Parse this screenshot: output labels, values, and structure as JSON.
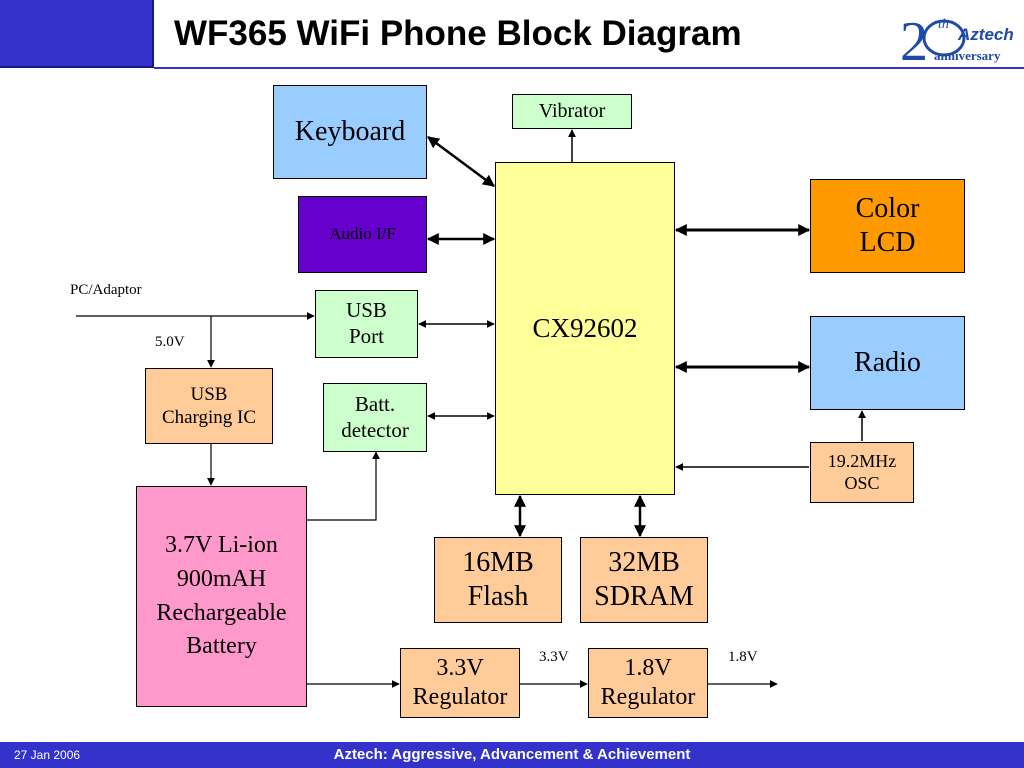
{
  "header": {
    "title": "WF365 WiFi Phone Block Diagram",
    "logo": {
      "numeral": "2",
      "superscript": "th",
      "brand": "Aztech",
      "word": "anniversary"
    }
  },
  "blocks": {
    "keyboard": "Keyboard",
    "vibrator": "Vibrator",
    "audio_if": "Audio I/F",
    "usb_port": [
      "USB",
      "Port"
    ],
    "batt_detector": [
      "Batt.",
      "detector"
    ],
    "cpu": "CX92602",
    "color_lcd": [
      "Color",
      "LCD"
    ],
    "radio": "Radio",
    "osc": [
      "19.2MHz",
      "OSC"
    ],
    "usb_charging": [
      "USB",
      "Charging IC"
    ],
    "battery": [
      "3.7V Li-ion",
      "900mAH",
      "Rechargeable",
      "Battery"
    ],
    "flash": [
      "16MB",
      "Flash"
    ],
    "sdram": [
      "32MB",
      "SDRAM"
    ],
    "reg33": [
      "3.3V",
      "Regulator"
    ],
    "reg18": [
      "1.8V",
      "Regulator"
    ]
  },
  "labels": {
    "pc_adaptor": "PC/Adaptor",
    "v50": "5.0V",
    "v33": "3.3V",
    "v18": "1.8V"
  },
  "colors": {
    "header_blue": "#3333cc",
    "keyboard": "#99ccff",
    "vibrator": "#ccffcc",
    "audio_if": "#6600cc",
    "usb_port": "#ccffcc",
    "batt_detector": "#ccffcc",
    "cpu": "#ffff99",
    "color_lcd": "#ff9900",
    "radio": "#99ccff",
    "peach": "#ffcc99",
    "battery": "#ff99cc"
  },
  "footer": {
    "date": "27 Jan 2006",
    "tagline": "Aztech: Aggressive, Advancement & Achievement"
  }
}
